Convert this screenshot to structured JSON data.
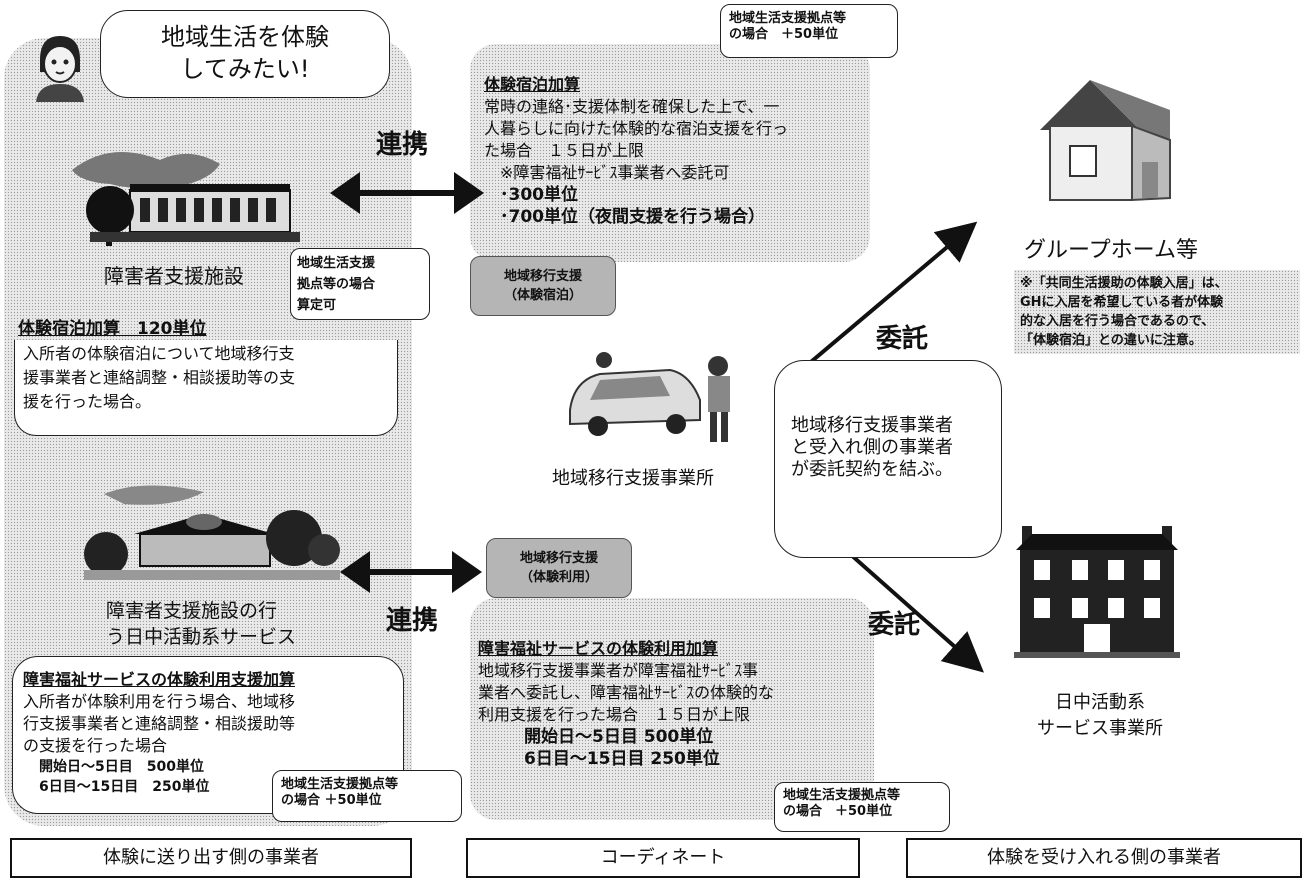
{
  "left": {
    "speech": [
      "地域生活を体験",
      "してみたい!"
    ],
    "renkei_top": "連携",
    "renkei_bottom": "連携",
    "facility_label": "障害者支援施設",
    "base_callout_1": [
      "地域生活支援",
      "拠点等の場合",
      "算定可"
    ],
    "stay_title": "体験宿泊加算　120単位",
    "stay_desc": [
      "入所者の体験宿泊について地域移行支",
      "援事業者と連絡調整・相談援助等の支",
      "援を行った場合。"
    ],
    "daytime_label": [
      "障害者支援施設の行",
      "う日中活動系サービス"
    ],
    "use_title": "障害福祉サービスの体験利用支援加算",
    "use_desc": [
      "入所者が体験利用を行う場合、地域移",
      "行支援事業者と連絡調整・相談援助等",
      "の支援を行った場合"
    ],
    "use_units": [
      "開始日～5日目　500単位",
      "6日目～15日目　250単位"
    ],
    "base_callout_2": [
      "地域生活支援拠点等",
      "の場合 ＋50単位"
    ],
    "footer": "体験に送り出す側の事業者"
  },
  "center": {
    "top_callout": [
      "地域生活支援拠点等",
      "の場合　＋50単位"
    ],
    "stay_title": "体験宿泊加算",
    "stay_desc": [
      "常時の連絡･支援体制を確保した上で、一",
      "人暮らしに向けた体験的な宿泊支援を行っ",
      "た場合　１５日が上限"
    ],
    "stay_note": "※障害福祉ｻｰﾋﾞｽ事業者へ委託可",
    "stay_units": [
      "･300単位",
      "･700単位（夜間支援を行う場合）"
    ],
    "pill_top": [
      "地域移行支援",
      "（体験宿泊）"
    ],
    "office_label": "地域移行支援事業所",
    "pill_bottom": [
      "地域移行支援",
      "（体験利用）"
    ],
    "use_title": "障害福祉サービスの体験利用加算",
    "use_desc": [
      "地域移行支援事業者が障害福祉ｻｰﾋﾞｽ事",
      "業者へ委託し、障害福祉ｻｰﾋﾞｽの体験的な",
      "利用支援を行った場合　１５日が上限"
    ],
    "use_units": [
      "開始日～5日目  500単位",
      "6日目～15日目  250単位"
    ],
    "bottom_callout": [
      "地域生活支援拠点等",
      "の場合　＋50単位"
    ],
    "footer": "コーディネート"
  },
  "right": {
    "itaku_top": "委託",
    "itaku_bottom": "委託",
    "gh_label": "グループホーム等",
    "gh_note": [
      "※「共同生活援助の体験入居」は、",
      "GHに入居を希望している者が体験",
      "的な入居を行う場合であるので、",
      "「体験宿泊」との違いに注意。"
    ],
    "contract": [
      "地域移行支援事業者",
      "と受入れ側の事業者",
      "が委託契約を結ぶ。"
    ],
    "day_office": [
      "日中活動系",
      "サービス事業所"
    ],
    "footer": "体験を受け入れる側の事業者"
  }
}
